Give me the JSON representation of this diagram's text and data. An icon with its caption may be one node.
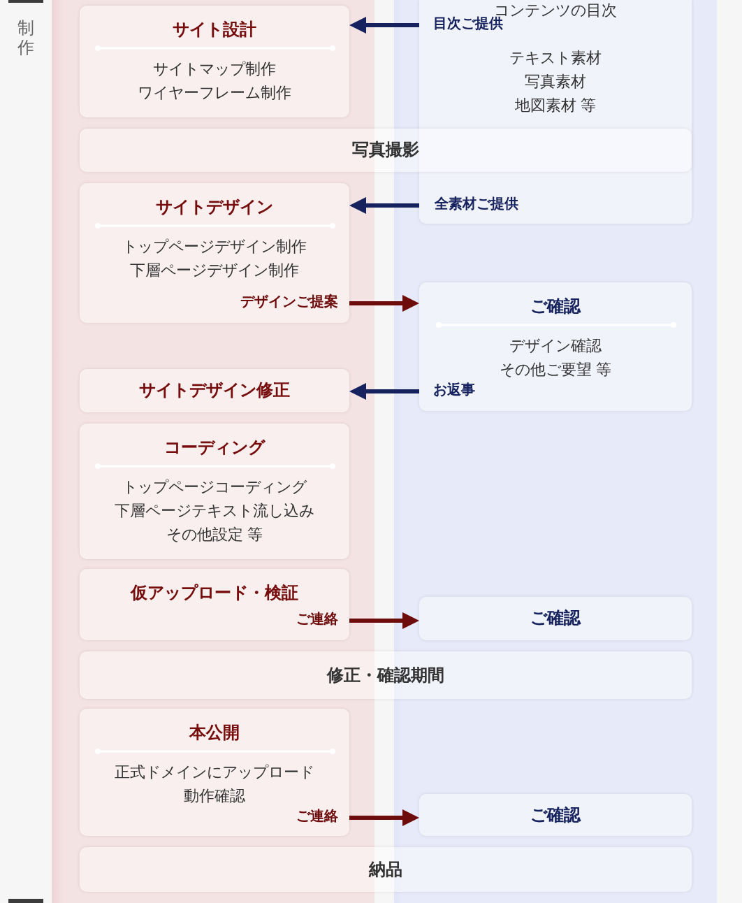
{
  "diagram": {
    "nodes": [
      {
        "text": [
          "コンテンツの目次",
          "テキスト素材",
          "写真素材",
          "地図素材 等"
        ]
      },
      {
        "text": [
          "サイト設計",
          "サイトマップ制作",
          "ワイヤーフレーム制作"
        ]
      },
      {
        "text": [
          "写真撮影"
        ]
      },
      {
        "text": [
          "サイトデザイン",
          "トップページデザイン制作",
          "下層ページデザイン制作"
        ]
      },
      {
        "text": [
          "ご確認",
          "デザイン確認",
          "その他ご要望 等"
        ]
      },
      {
        "text": [
          "サイトデザイン修正"
        ]
      },
      {
        "text": [
          "コーディング",
          "トップページコーディング",
          "下層ページテキスト流し込み",
          "その他設定 等"
        ]
      },
      {
        "text": [
          "仮アップロード・検証"
        ]
      },
      {
        "text": [
          "ご確認"
        ]
      },
      {
        "text": [
          "修正・確認期間"
        ]
      },
      {
        "text": [
          "本公開",
          "正式ドメインにアップロード",
          "動作確認"
        ]
      },
      {
        "text": [
          "ご確認"
        ]
      },
      {
        "text": [
          "納品"
        ]
      }
    ],
    "edges": [
      {
        "from": 0,
        "to": 1,
        "arrow": "to",
        "label": "目次ご提供"
      },
      {
        "from": 0,
        "to": 3,
        "arrow": "to",
        "label": "全素材ご提供"
      },
      {
        "from": 3,
        "to": 4,
        "arrow": "to",
        "label": "デザインご提案",
        "color": "#6e0b0b"
      },
      {
        "from": 4,
        "to": 5,
        "arrow": "to",
        "label": "お返事"
      },
      {
        "from": 7,
        "to": 8,
        "arrow": "to",
        "label": "ご連絡",
        "color": "#6e0b0b"
      },
      {
        "from": 10,
        "to": 11,
        "arrow": "to",
        "label": "ご連絡",
        "color": "#6e0b0b"
      }
    ],
    "labels": [
      "制作"
    ]
  }
}
